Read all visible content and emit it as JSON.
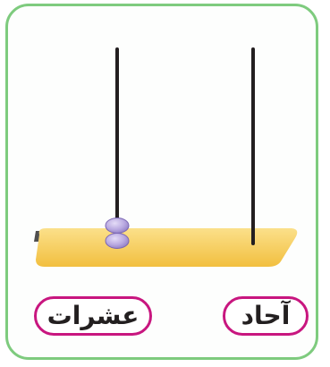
{
  "labels": {
    "tens": "عشرات",
    "ones": "آحاد"
  },
  "abacus": {
    "rods": [
      {
        "place": "tens",
        "beads": 2
      },
      {
        "place": "ones",
        "beads": 0
      }
    ]
  },
  "colors": {
    "frame_border": "#7ecb7e",
    "label_border": "#c8167f",
    "base": "#f7cf5a",
    "bead": "#b8a8e0",
    "rod": "#231f20"
  }
}
